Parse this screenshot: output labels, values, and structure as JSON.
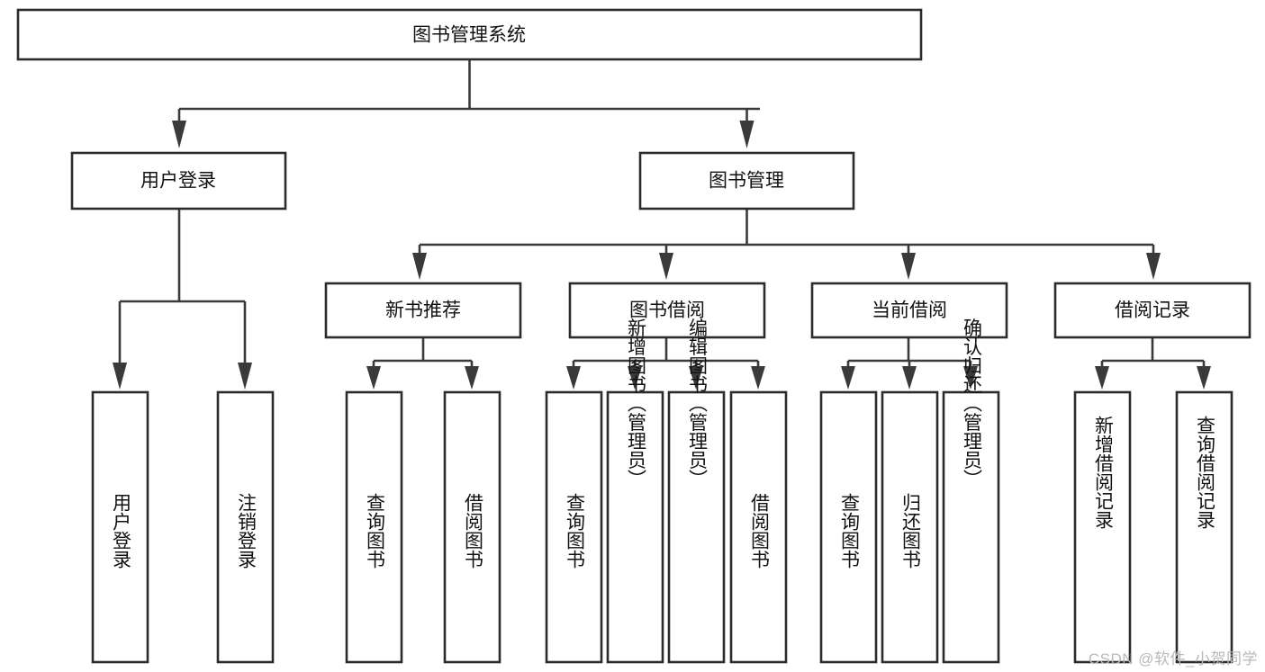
{
  "diagram": {
    "type": "tree-hierarchy-flowchart",
    "title": "图书管理系统",
    "background_color": "#ffffff",
    "box_fill": "#ffffff",
    "box_stroke": "#2b2b2b",
    "connector_color": "#3a3a3a",
    "text_color": "#111111",
    "levels": [
      {
        "level": 1,
        "nodes": [
          {
            "id": "root",
            "label": "图书管理系统",
            "orientation": "horizontal"
          }
        ]
      },
      {
        "level": 2,
        "nodes": [
          {
            "id": "login",
            "label": "用户登录",
            "orientation": "horizontal",
            "parent": "root"
          },
          {
            "id": "bookmgmt",
            "label": "图书管理",
            "orientation": "horizontal",
            "parent": "root"
          }
        ]
      },
      {
        "level": 3,
        "nodes": [
          {
            "id": "newbook",
            "label": "新书推荐",
            "orientation": "horizontal",
            "parent": "bookmgmt"
          },
          {
            "id": "borrow",
            "label": "图书借阅",
            "orientation": "horizontal",
            "parent": "bookmgmt"
          },
          {
            "id": "current",
            "label": "当前借阅",
            "orientation": "horizontal",
            "parent": "bookmgmt"
          },
          {
            "id": "record",
            "label": "借阅记录",
            "orientation": "horizontal",
            "parent": "bookmgmt"
          }
        ]
      },
      {
        "level": 4,
        "nodes": [
          {
            "id": "leaf-user-login",
            "label": "用户登录",
            "orientation": "vertical",
            "parent": "login"
          },
          {
            "id": "leaf-logout",
            "label": "注销登录",
            "orientation": "vertical",
            "parent": "login"
          },
          {
            "id": "leaf-query-book-1",
            "label": "查询图书",
            "orientation": "vertical",
            "parent": "newbook"
          },
          {
            "id": "leaf-borrow-book-1",
            "label": "借阅图书",
            "orientation": "vertical",
            "parent": "newbook"
          },
          {
            "id": "leaf-query-book-2",
            "label": "查询图书",
            "orientation": "vertical",
            "parent": "borrow"
          },
          {
            "id": "leaf-add-book",
            "label": "新增图书（管理员）",
            "orientation": "vertical",
            "parent": "borrow"
          },
          {
            "id": "leaf-edit-book",
            "label": "编辑图书（管理员）",
            "orientation": "vertical",
            "parent": "borrow"
          },
          {
            "id": "leaf-borrow-book-2",
            "label": "借阅图书",
            "orientation": "vertical",
            "parent": "borrow"
          },
          {
            "id": "leaf-query-book-3",
            "label": "查询图书",
            "orientation": "vertical",
            "parent": "current"
          },
          {
            "id": "leaf-return-book",
            "label": "归还图书",
            "orientation": "vertical",
            "parent": "current"
          },
          {
            "id": "leaf-confirm-return",
            "label": "确认归还（管理员）",
            "orientation": "vertical",
            "parent": "current"
          },
          {
            "id": "leaf-add-record",
            "label": "新增借阅记录",
            "orientation": "vertical",
            "parent": "record"
          },
          {
            "id": "leaf-query-record",
            "label": "查询借阅记录",
            "orientation": "vertical",
            "parent": "record"
          }
        ]
      }
    ]
  },
  "watermark": {
    "text": "CSDN @软件_小贺同学",
    "color": "#b9b9b9"
  }
}
